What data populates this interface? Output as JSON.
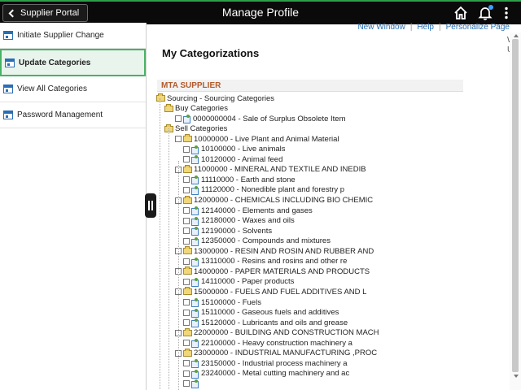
{
  "header": {
    "back_label": "Supplier Portal",
    "title": "Manage Profile"
  },
  "sidebar": {
    "items": [
      {
        "label": "Initiate Supplier Change",
        "active": false
      },
      {
        "label": "Update Categories",
        "active": true
      },
      {
        "label": "View All Categories",
        "active": false
      },
      {
        "label": "Password Management",
        "active": false
      }
    ]
  },
  "toplinks": {
    "new_window": "New Window",
    "help": "Help",
    "personalize": "Personalize Page"
  },
  "page": {
    "heading": "My Categorizations",
    "section": "MTA SUPPLIER",
    "clipped_right": [
      "W",
      "U"
    ]
  },
  "tree": [
    {
      "label": "Sourcing - Sourcing Categories",
      "level": 0,
      "kind": "root"
    },
    {
      "label": "Buy Categories",
      "level": 1,
      "kind": "folder"
    },
    {
      "label": "0000000004 - Sale of Surplus Obsolete Item",
      "level": 2,
      "kind": "leaf"
    },
    {
      "label": "Sell Categories",
      "level": 1,
      "kind": "folder"
    },
    {
      "label": "10000000 - Live Plant and Animal Material",
      "level": 2,
      "kind": "folder"
    },
    {
      "label": "10100000 - Live animals",
      "level": 3,
      "kind": "leaf"
    },
    {
      "label": "10120000 - Animal feed",
      "level": 3,
      "kind": "leaf"
    },
    {
      "label": "11000000 - MINERAL AND TEXTILE AND INEDIB",
      "level": 2,
      "kind": "folder"
    },
    {
      "label": "11110000 - Earth and stone",
      "level": 3,
      "kind": "leaf"
    },
    {
      "label": "11120000 - Nonedible plant and forestry p",
      "level": 3,
      "kind": "leaf"
    },
    {
      "label": "12000000 - CHEMICALS INCLUDING BIO CHEMIC",
      "level": 2,
      "kind": "folder"
    },
    {
      "label": "12140000 - Elements and gases",
      "level": 3,
      "kind": "leaf"
    },
    {
      "label": "12180000 - Waxes and oils",
      "level": 3,
      "kind": "leaf"
    },
    {
      "label": "12190000 - Solvents",
      "level": 3,
      "kind": "leaf"
    },
    {
      "label": "12350000 - Compounds and mixtures",
      "level": 3,
      "kind": "leaf"
    },
    {
      "label": "13000000 - RESIN AND ROSIN AND RUBBER AND",
      "level": 2,
      "kind": "folder"
    },
    {
      "label": "13110000 - Resins and rosins and other re",
      "level": 3,
      "kind": "leaf"
    },
    {
      "label": "14000000 - PAPER MATERIALS AND PRODUCTS",
      "level": 2,
      "kind": "folder"
    },
    {
      "label": "14110000 - Paper products",
      "level": 3,
      "kind": "leaf"
    },
    {
      "label": "15000000 - FUELS AND FUEL ADDITIVES AND L",
      "level": 2,
      "kind": "folder"
    },
    {
      "label": "15100000 - Fuels",
      "level": 3,
      "kind": "leaf"
    },
    {
      "label": "15110000 - Gaseous fuels and additives",
      "level": 3,
      "kind": "leaf"
    },
    {
      "label": "15120000 - Lubricants and oils and grease",
      "level": 3,
      "kind": "leaf"
    },
    {
      "label": "22000000 - BUILDING AND CONSTRUCTION MACH",
      "level": 2,
      "kind": "folder"
    },
    {
      "label": "22100000 - Heavy construction machinery a",
      "level": 3,
      "kind": "leaf"
    },
    {
      "label": "23000000 - INDUSTRIAL MANUFACTURING ,PROC",
      "level": 2,
      "kind": "folder"
    },
    {
      "label": "23150000 - Industrial process machinery a",
      "level": 3,
      "kind": "leaf"
    },
    {
      "label": "23240000 - Metal cutting machinery and ac",
      "level": 3,
      "kind": "leaf"
    },
    {
      "label": "",
      "level": 3,
      "kind": "leaf"
    }
  ]
}
